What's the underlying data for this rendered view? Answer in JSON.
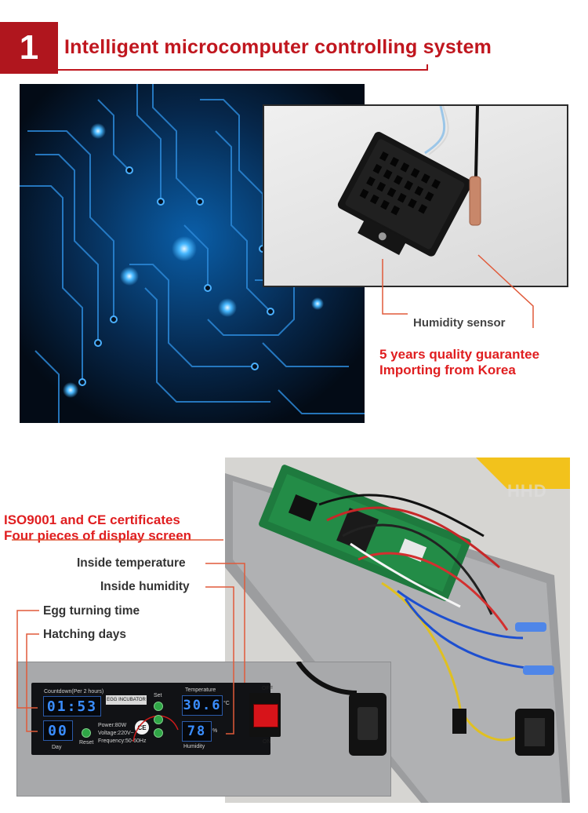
{
  "header": {
    "number": "1",
    "title": "Intelligent microcomputer controlling system"
  },
  "sensor": {
    "label": "Humidity sensor",
    "guarantee": "5 years quality guarantee",
    "origin": "Importing from Korea"
  },
  "certificates": {
    "line1": "ISO9001 and CE certificates",
    "line2": "Four pieces of display screen"
  },
  "callouts": {
    "inside_temperature": "Inside temperature",
    "inside_humidity": "Inside humidity",
    "egg_turning_time": "Egg turning time",
    "hatching_days": "Hatching days"
  },
  "panel": {
    "countdown_label": "Countdown(Per 2 hours)",
    "countdown_value": "01:53",
    "day_value": "00",
    "day_label": "Day",
    "reset_label": "Reset",
    "brand": "EGG INCUBATOR",
    "specs": [
      "Power:80W",
      "Voltage:220V~",
      "Frequency:50-60Hz"
    ],
    "set_label": "Set",
    "ce_mark": "CE",
    "temperature_label": "Temperature",
    "temperature_value": "30.6",
    "temperature_unit": "°C",
    "humidity_value": "78",
    "humidity_label": "Humidity",
    "humidity_unit": "%",
    "switch_off": "OFF",
    "switch_on": "ON"
  },
  "watermark": "HHD",
  "colors": {
    "brand_red": "#b0161e",
    "text_red": "#e01e20",
    "display_blue": "#3a8dff",
    "circuit_bg": "#04101f"
  }
}
